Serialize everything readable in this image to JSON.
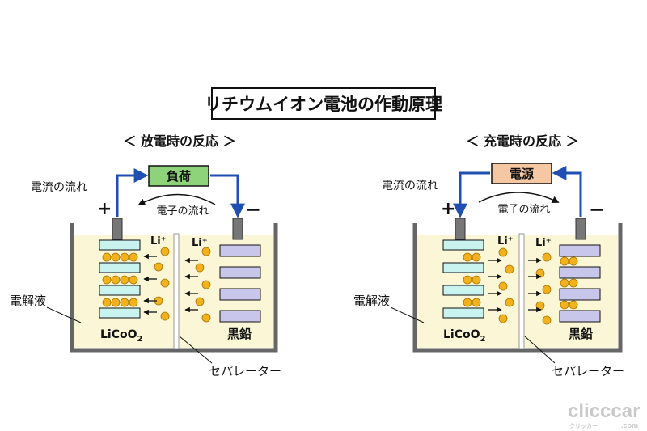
{
  "title": "リチウムイオン電池の作動原理",
  "discharge": {
    "heading": "＜ 放電時の反応 ＞",
    "load_label": "負荷",
    "current_label": "電流の流れ",
    "electron_label": "電子の流れ",
    "plus": "+",
    "minus": "−",
    "li_left": "Li⁺",
    "li_right": "Li⁺",
    "electrolyte": "電解液",
    "cathode_prefix": "LiCoO",
    "cathode_sub": "2",
    "anode": "黒鉛",
    "separator": "セパレーター"
  },
  "charge": {
    "heading": "＜ 充電時の反応 ＞",
    "source_label": "電源",
    "current_label": "電流の流れ",
    "electron_label": "電子の流れ",
    "plus": "+",
    "minus": "−",
    "li_left": "Li⁺",
    "li_right": "Li⁺",
    "electrolyte": "電解液",
    "cathode_prefix": "LiCoO",
    "cathode_sub": "2",
    "anode": "黒鉛",
    "separator": "セパレーター"
  },
  "watermark": {
    "main": "clicccar",
    "sub": "クリッカー",
    "suffix": ".com"
  },
  "colors": {
    "wire": "#1f4fb0",
    "load_fill": "#8ed27a",
    "source_fill": "#f6c7a3",
    "cathode_fill": "#c8f3ef",
    "anode_fill": "#c9c6ec",
    "electrolyte": "#fbf7d6",
    "li_dot": "#f2b21d",
    "tank": "#666666"
  }
}
